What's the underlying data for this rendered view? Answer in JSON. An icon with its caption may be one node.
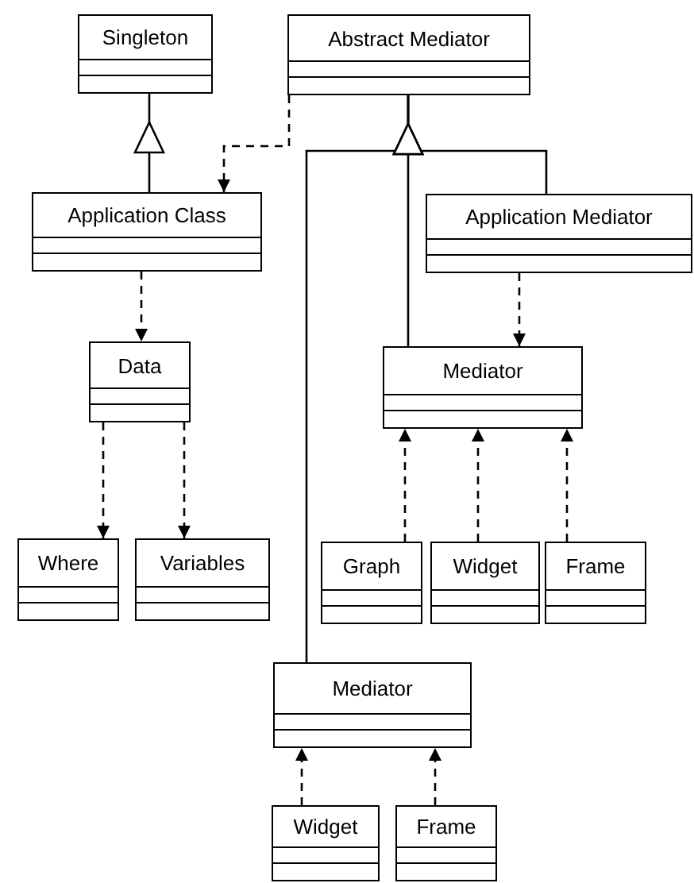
{
  "diagram": {
    "nodes": [
      {
        "text": [
          "Singleton"
        ]
      },
      {
        "text": [
          "Abstract Mediator"
        ]
      },
      {
        "text": [
          "Application Class"
        ]
      },
      {
        "text": [
          "Application Mediator"
        ]
      },
      {
        "text": [
          "Data"
        ]
      },
      {
        "text": [
          "Mediator"
        ]
      },
      {
        "text": [
          "Where"
        ]
      },
      {
        "text": [
          "Variables"
        ]
      },
      {
        "text": [
          "Graph"
        ]
      },
      {
        "text": [
          "Widget"
        ]
      },
      {
        "text": [
          "Frame"
        ]
      },
      {
        "text": [
          "Mediator"
        ]
      },
      {
        "text": [
          "Widget"
        ]
      },
      {
        "text": [
          "Frame"
        ]
      }
    ],
    "edges": [
      {
        "from": 2,
        "to": 0,
        "arrow": "to"
      },
      {
        "from": 1,
        "to": 2,
        "arrow": "to",
        "style": "dashed"
      },
      {
        "from": 3,
        "to": 1,
        "arrow": "to"
      },
      {
        "from": 5,
        "to": 1,
        "arrow": "to"
      },
      {
        "from": 11,
        "to": 1,
        "arrow": "to"
      },
      {
        "from": 2,
        "to": 4,
        "arrow": "to",
        "style": "dashed"
      },
      {
        "from": 4,
        "to": 6,
        "arrow": "to",
        "style": "dashed"
      },
      {
        "from": 4,
        "to": 7,
        "arrow": "to",
        "style": "dashed"
      },
      {
        "from": 3,
        "to": 5,
        "arrow": "to",
        "style": "dashed"
      },
      {
        "from": 8,
        "to": 5,
        "arrow": "to",
        "style": "dashed"
      },
      {
        "from": 9,
        "to": 5,
        "arrow": "to",
        "style": "dashed"
      },
      {
        "from": 10,
        "to": 5,
        "arrow": "to",
        "style": "dashed"
      },
      {
        "from": 12,
        "to": 11,
        "arrow": "to",
        "style": "dashed"
      },
      {
        "from": 13,
        "to": 11,
        "arrow": "to",
        "style": "dashed"
      }
    ]
  }
}
